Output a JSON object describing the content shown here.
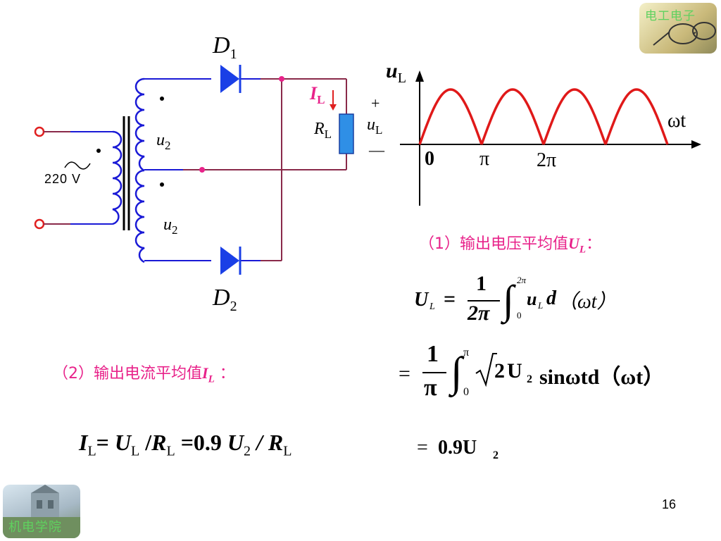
{
  "badges": {
    "top": "电工电子",
    "bottom": "机电学院"
  },
  "page_number": "16",
  "circuit": {
    "source_voltage": "220 V",
    "diode1_letter": "D",
    "diode1_sub": "1",
    "diode2_letter": "D",
    "diode2_sub": "2",
    "u2_letter": "u",
    "u2_sub": "2",
    "load_letter": "R",
    "load_sub": "L",
    "current_letter": "I",
    "current_sub": "L",
    "out_plus": "+",
    "out_letter": "u",
    "out_sub": "L",
    "out_minus": "—",
    "tilde": "~"
  },
  "waveform": {
    "y_letter": "u",
    "y_sub": "L",
    "x_label": "ωt",
    "ticks": [
      "0",
      "π",
      "2π"
    ],
    "half_cycles": 4,
    "wave_color": "#e01919"
  },
  "section1": {
    "prefix": "（1）输出电压平均值",
    "var": "U",
    "var_sub": "L",
    "suffix": "："
  },
  "formula1": {
    "lhs": "U",
    "lhs_sub": "L",
    "eq": "=",
    "num": "1",
    "den": "2π",
    "int_upper": "2π",
    "int_lower": "0",
    "integrand": "u",
    "integrand_sub": "L",
    "dvar": "d",
    "paren": "（ωt）"
  },
  "formula2": {
    "eq": "=",
    "num": "1",
    "den": "π",
    "int_upper": "π",
    "int_lower": "0",
    "sqrt": "2",
    "body": "U",
    "body_sub": "2",
    "tail": "sinωtd（ωt）"
  },
  "formula3": {
    "eq": "=",
    "value": "0.9U",
    "sub": "2"
  },
  "section2": {
    "prefix": "（2）输出电流平均值",
    "var": "I",
    "var_sub": "L",
    "suffix": " ："
  },
  "current_formula": {
    "I": "I",
    "I_sub": "L",
    "eq1": "= ",
    "U": "U",
    "U_sub": "L",
    "slash1": " /",
    "R": "R",
    "R_sub": "L",
    "eq2": " =0.9 ",
    "U2": "U",
    "U2_sub": "2",
    "slash2": " / ",
    "R2": "R",
    "R2_sub": "L"
  },
  "colors": {
    "accent": "#e8228a",
    "winding": "#1a1ad6",
    "diode": "#1a3fe6",
    "wire": "#8a2a4a",
    "resistor": "#2f8fe6"
  }
}
